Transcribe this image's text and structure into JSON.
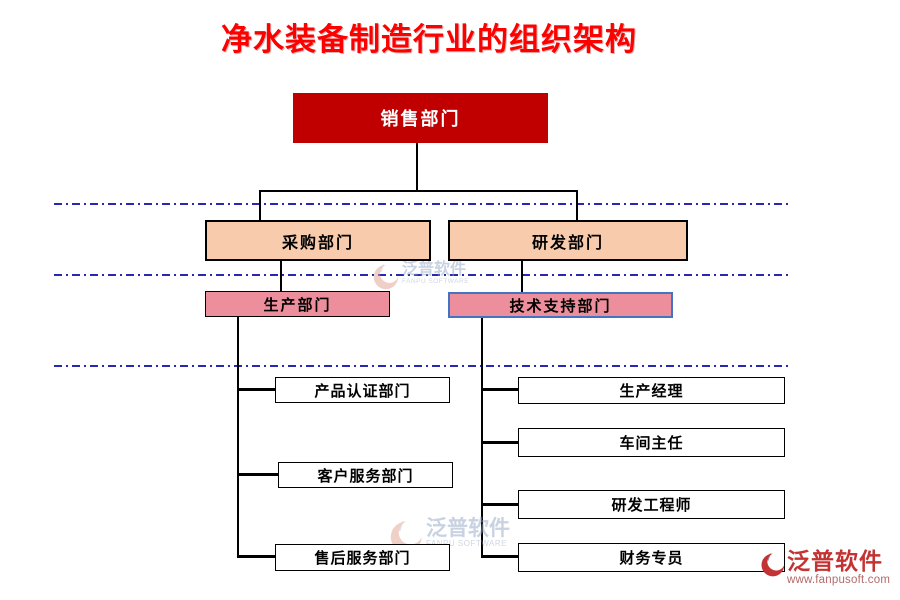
{
  "title": {
    "text": "净水装备制造行业的组织架构"
  },
  "org": {
    "root": {
      "label": "销售部门"
    },
    "level2": [
      {
        "label": "采购部门"
      },
      {
        "label": "研发部门"
      }
    ],
    "level3": [
      {
        "label": "生产部门"
      },
      {
        "label": "技术支持部门"
      }
    ],
    "left_leaves": [
      {
        "label": "产品认证部门"
      },
      {
        "label": "客户服务部门"
      },
      {
        "label": "售后服务部门"
      }
    ],
    "right_leaves": [
      {
        "label": "生产经理"
      },
      {
        "label": "车间主任"
      },
      {
        "label": "研发工程师"
      },
      {
        "label": "财务专员"
      }
    ]
  },
  "watermark": {
    "brand": "泛普软件",
    "subtext": "FANPU SOFTWARE"
  },
  "footer_logo": {
    "brand": "泛普软件",
    "url": "www.fanpusoft.com"
  },
  "colors": {
    "title_red": "#fe0000",
    "root_fill": "#c00000",
    "level2_fill": "#f8cbad",
    "level3_fill": "#ed8e9c",
    "tech_support_border": "#4472c4",
    "dashed_line": "#2828b0",
    "connector": "#000000",
    "footer_red": "#c43333"
  }
}
